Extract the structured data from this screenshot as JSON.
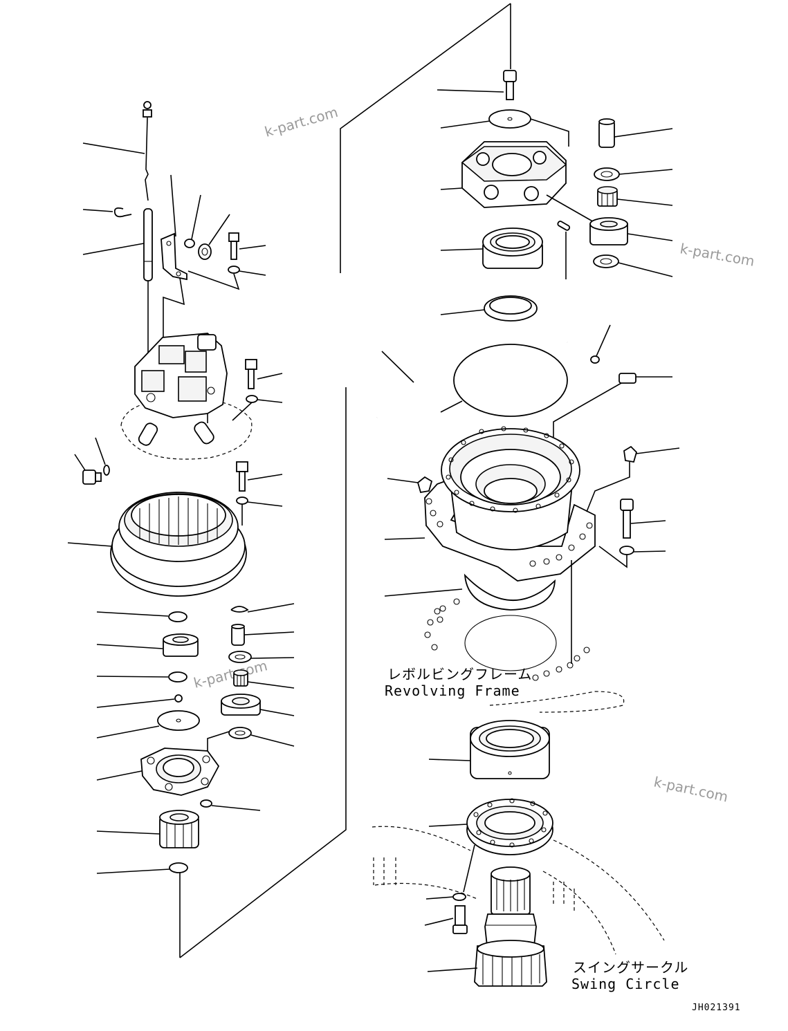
{
  "watermarks": [
    "k-part.com",
    "k-part.com",
    "k-part.com",
    "k-part.com"
  ],
  "labels": {
    "revolving_frame_jp": "レボルビングフレーム",
    "revolving_frame_en": "Revolving Frame",
    "swing_circle_jp": "スイングサークル",
    "swing_circle_en": "Swing Circle"
  },
  "drawing_code": "JH021391"
}
